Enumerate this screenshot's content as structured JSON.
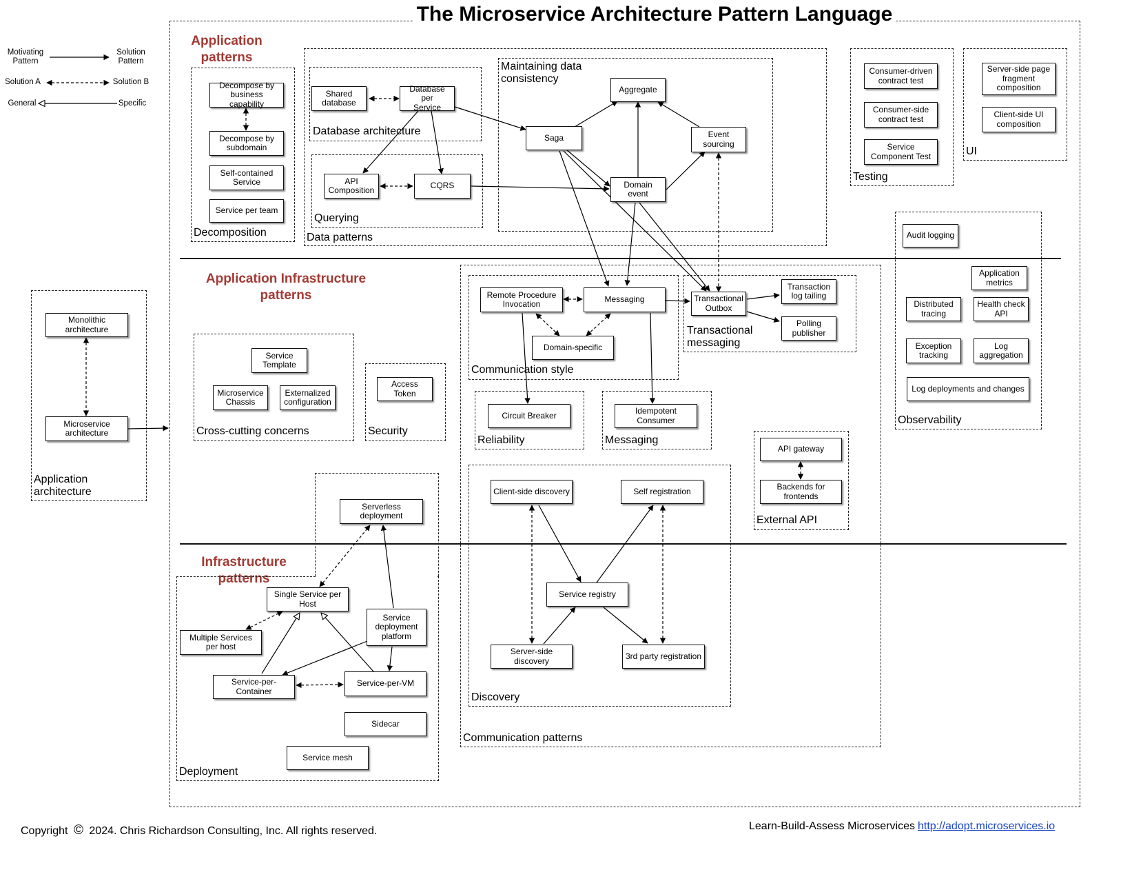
{
  "title": "The Microservice Architecture Pattern Language",
  "legend": {
    "motivating": "Motivating\nPattern",
    "solution": "Solution\nPattern",
    "solution_a": "Solution A",
    "solution_b": "Solution B",
    "general": "General",
    "specific": "Specific"
  },
  "sections": {
    "application": "Application\npatterns",
    "app_infra": "Application Infrastructure patterns",
    "infra": "Infrastructure patterns"
  },
  "groups": {
    "application_architecture": "Application\narchitecture",
    "decomposition": "Decomposition",
    "database_architecture": "Database architecture",
    "querying": "Querying",
    "data_patterns": "Data patterns",
    "maintaining_data_consistency": "Maintaining data\nconsistency",
    "testing": "Testing",
    "ui": "UI",
    "observability": "Observability",
    "communication_style": "Communication style",
    "transactional_messaging": "Transactional\nmessaging",
    "reliability": "Reliability",
    "messaging": "Messaging",
    "cross_cutting_concerns": "Cross-cutting concerns",
    "security": "Security",
    "external_api": "External API",
    "discovery": "Discovery",
    "communication_patterns": "Communication patterns",
    "deployment": "Deployment"
  },
  "patterns": {
    "monolithic_architecture": "Monolithic\narchitecture",
    "microservice_architecture": "Microservice\narchitecture",
    "decompose_by_business_capability": "Decompose by\nbusiness capability",
    "decompose_by_subdomain": "Decompose by\nsubdomain",
    "self_contained_service": "Self-contained\nService",
    "service_per_team": "Service per team",
    "shared_database": "Shared\ndatabase",
    "database_per_service": "Database per\nService",
    "api_composition": "API\nComposition",
    "cqrs": "CQRS",
    "aggregate": "Aggregate",
    "saga": "Saga",
    "event_sourcing": "Event\nsourcing",
    "domain_event": "Domain event",
    "consumer_driven_contract_test": "Consumer-driven\ncontract test",
    "consumer_side_contract_test": "Consumer-side\ncontract test",
    "service_component_test": "Service\nComponent Test",
    "server_side_page_fragment_composition": "Server-side page\nfragment\ncomposition",
    "client_side_ui_composition": "Client-side  UI\ncomposition",
    "audit_logging": "Audit logging",
    "application_metrics": "Application\nmetrics",
    "distributed_tracing": "Distributed\ntracing",
    "health_check_api": "Health check\nAPI",
    "exception_tracking": "Exception\ntracking",
    "log_aggregation": "Log\naggregation",
    "log_deployments_and_changes": "Log deployments and changes",
    "remote_procedure_invocation": "Remote Procedure\nInvocation",
    "messaging": "Messaging",
    "domain_specific": "Domain-specific",
    "transactional_outbox": "Transactional\nOutbox",
    "transaction_log_tailing": "Transaction\nlog tailing",
    "polling_publisher": "Polling\npublisher",
    "circuit_breaker": "Circuit Breaker",
    "idempotent_consumer": "Idempotent\nConsumer",
    "service_template": "Service\nTemplate",
    "microservice_chassis": "Microservice\nChassis",
    "externalized_configuration": "Externalized\nconfiguration",
    "access_token": "Access Token",
    "api_gateway": "API gateway",
    "backends_for_frontends": "Backends for\nfrontends",
    "client_side_discovery": "Client-side discovery",
    "self_registration": "Self registration",
    "service_registry": "Service registry",
    "server_side_discovery": "Server-side\ndiscovery",
    "third_party_registration": "3rd party registration",
    "serverless_deployment": "Serverless\ndeployment",
    "single_service_per_host": "Single Service per\nHost",
    "multiple_services_per_host": "Multiple Services\nper host",
    "service_deployment_platform": "Service\ndeployment\nplatform",
    "service_per_container": "Service-per-\nContainer",
    "service_per_vm": "Service-per-VM",
    "sidecar": "Sidecar",
    "service_mesh": "Service mesh"
  },
  "footer": {
    "copyright_symbol": "©",
    "copyright": "Copyright",
    "copyright_text": "2024. Chris Richardson Consulting, Inc. All rights reserved.",
    "tagline": "Learn-Build-Assess Microservices",
    "link": "http://adopt.microservices.io"
  }
}
